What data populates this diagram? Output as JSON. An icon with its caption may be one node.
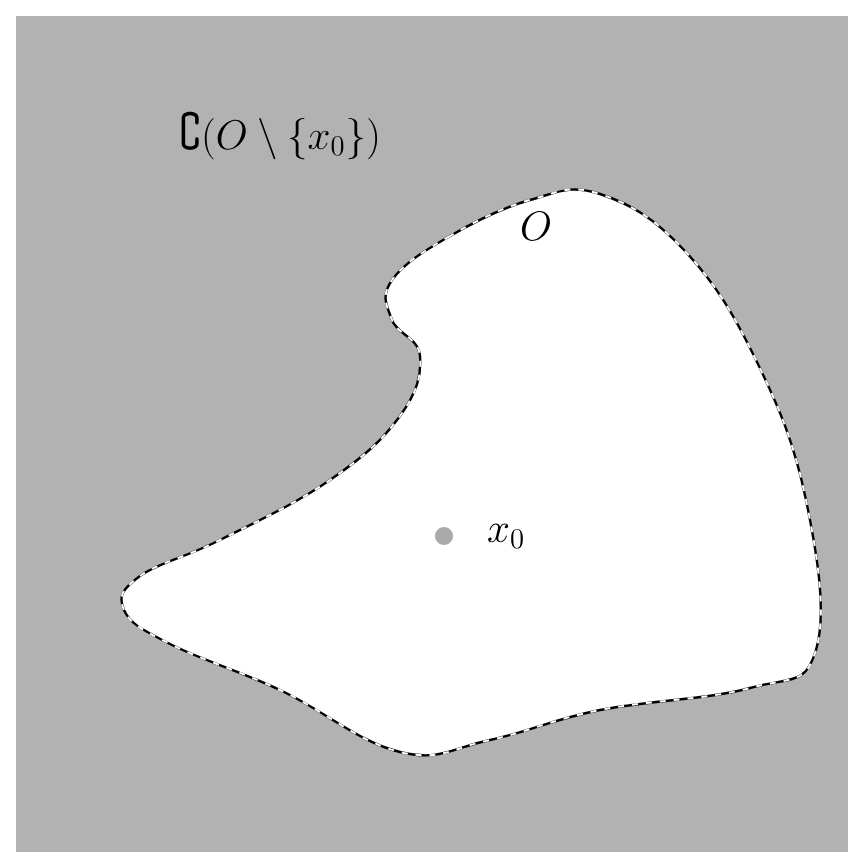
{
  "diagram": {
    "nodes": [
      {
        "text": [
          "\\complement(O\\setminus\\{x_0\\})"
        ]
      },
      {
        "text": [
          "O",
          "x_0"
        ],
        "in": 0
      }
    ]
  }
}
